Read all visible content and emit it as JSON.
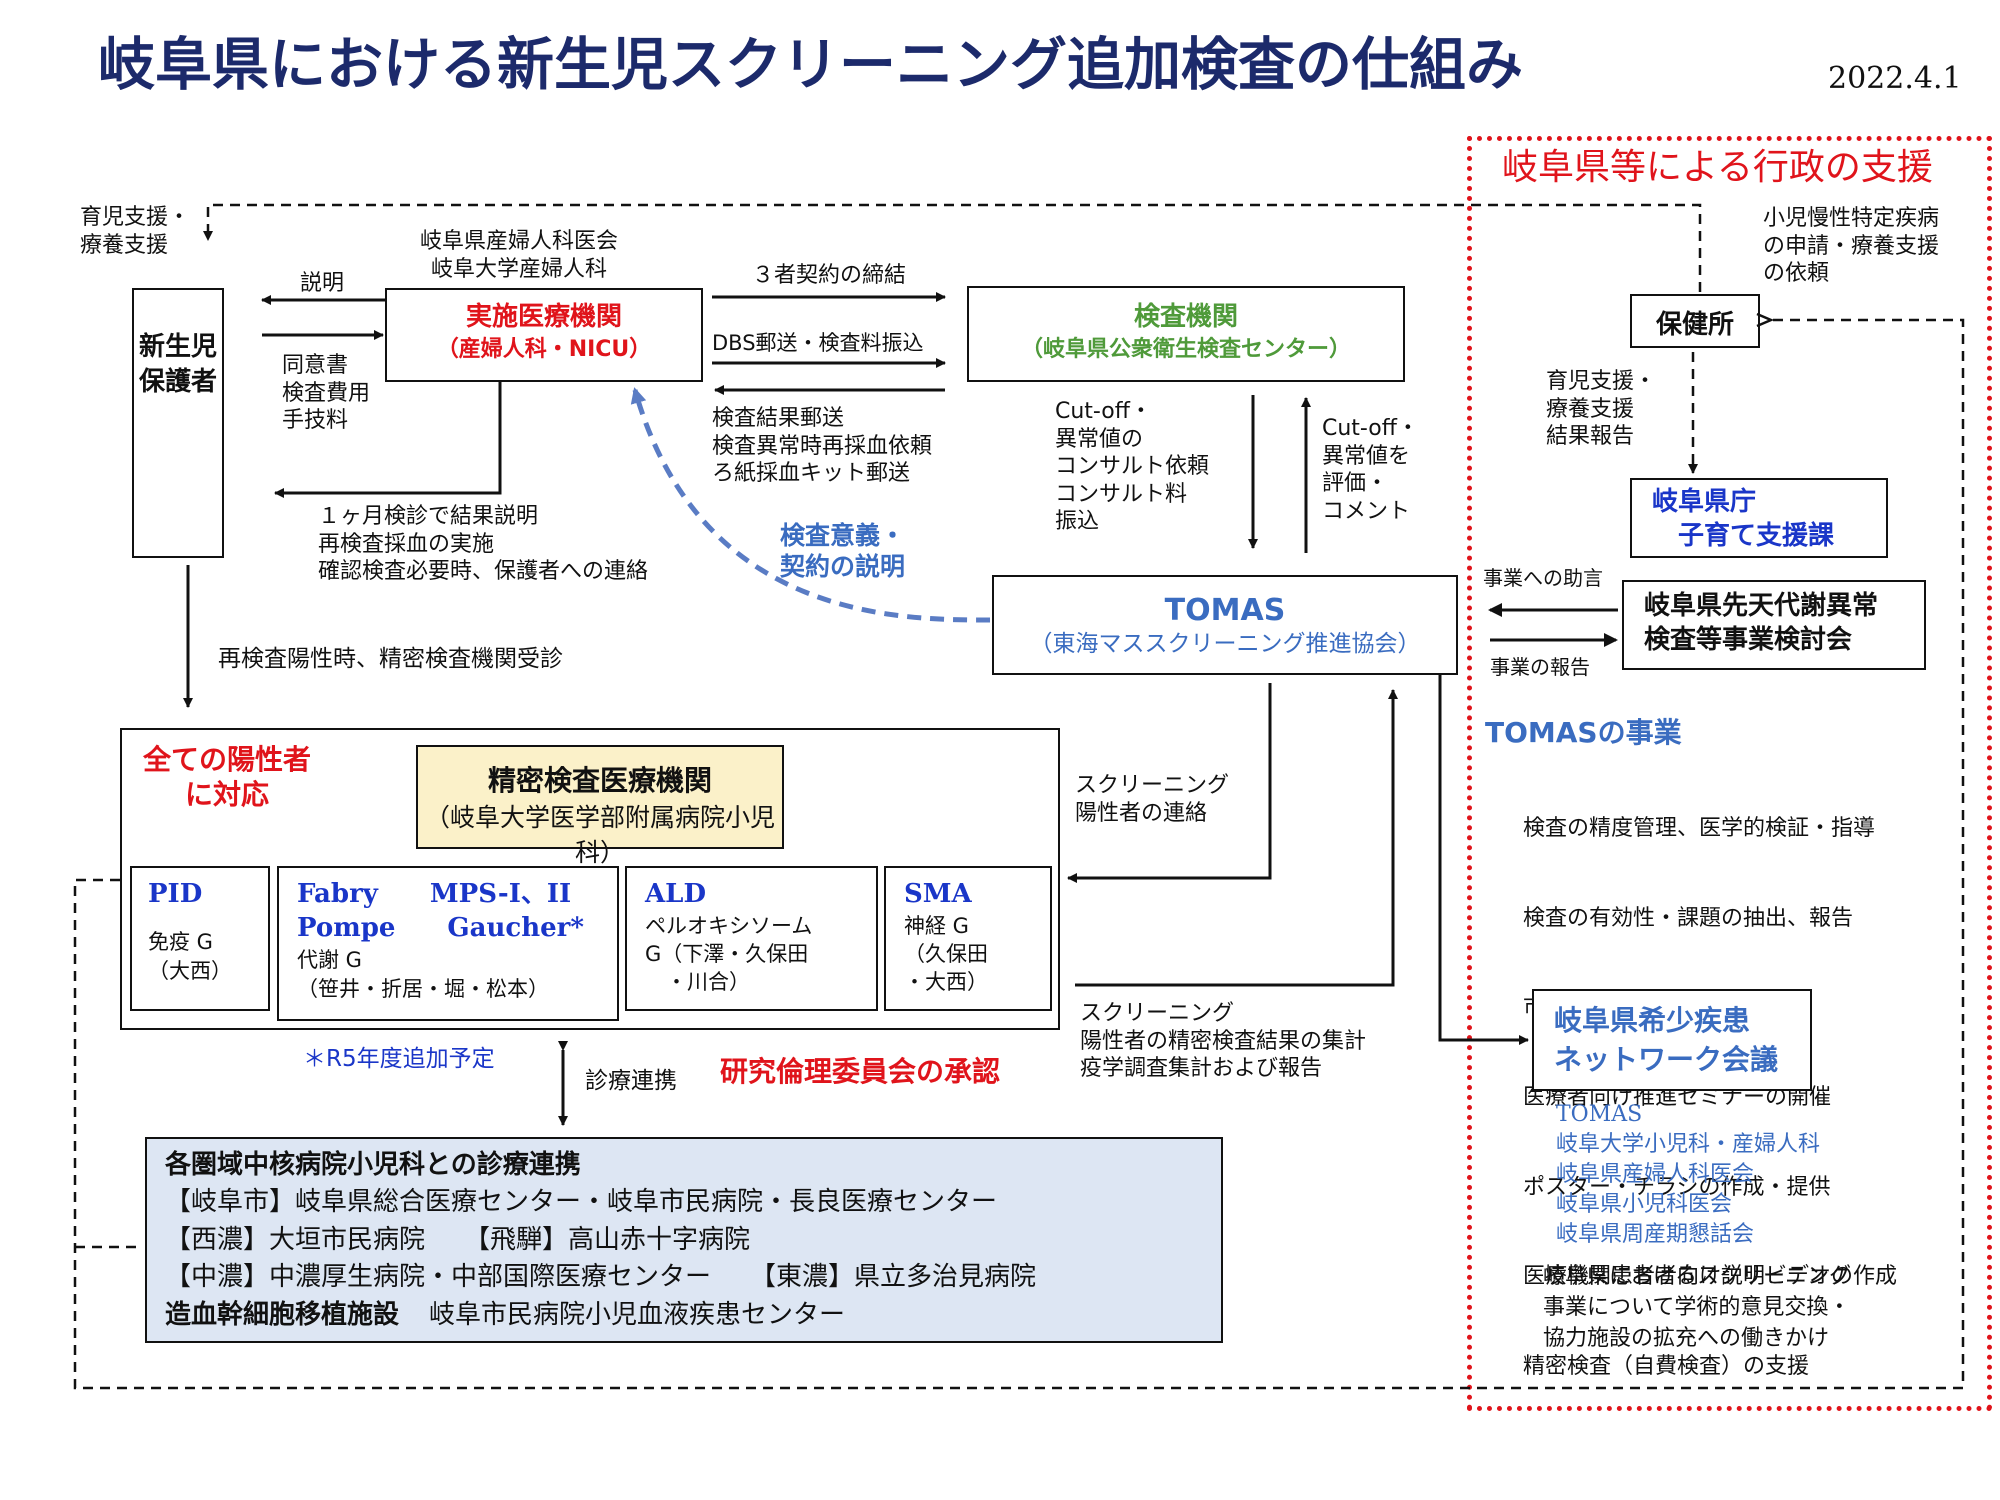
{
  "title": "岐阜県における新生児スクリーニング追加検査の仕組み",
  "date": "2022.4.1",
  "admin_support": {
    "title": "岐阜県等による行政の支援",
    "hokenjo": "保健所",
    "shoni_label": "小児慢性特定疾病\nの申請・療養支援\nの依頼",
    "hokenjo_to_kencho": "育児支援・\n療養支援\n結果報告",
    "kencho": "岐阜県庁\n　子育て支援課",
    "kentokai": "岐阜県先天代謝異常\n検査等事業検討会",
    "advice": "事業への助言",
    "report": "事業の報告",
    "tomas_jigyo_title": "TOMASの事業",
    "tomas_jigyo_items": [
      "検査の精度管理、医学的検証・指導",
      "検査の有効性・課題の抽出、報告",
      "市民公開講座の開催",
      "医療者向け推進セミナーの開催",
      "ポスター・チラシの作成・提供",
      "医療機関患者者向け説明ビデオの作成",
      "精密検査（自費検査）の支援"
    ],
    "network": "岐阜県希少疾患\nネットワーク会議",
    "network_members": [
      "TOMAS",
      "岐阜大学小児科・産婦人科",
      "岐阜県産婦人科医会",
      "岐阜県小児科医会",
      "岐阜県周産期懇話会"
    ],
    "network_desc": "岐阜県におけるスクリーニング\n事業について学術的意見交換・\n協力施設の拡充への働きかけ"
  },
  "guardian": {
    "label": "新生児\n保護者",
    "support": "育児支援・\n療養支援"
  },
  "clinic": {
    "above": "岐阜県産婦人科医会\n岐阜大学産婦人科",
    "name": "実施医療機関",
    "sub": "（産婦人科・NICU）",
    "explain": "説明",
    "consent": "同意書\n検査費用\n手技料",
    "result_label": "１ヶ月検診で結果説明\n再検査採血の実施\n確認検査必要時、保護者への連絡"
  },
  "lab": {
    "name": "検査機関",
    "sub": "（岐阜県公衆衛生検査センター）",
    "contract": "３者契約の締結",
    "dbs": "DBS郵送・検査料振込",
    "result": "検査結果郵送\n検査異常時再採血依頼\nろ紙採血キット郵送",
    "consult": "Cut-off・\n異常値の\nコンサルト依頼\nコンサルト料\n振込",
    "evaluate": "Cut-off・\n異常値を\n評価・\nコメント"
  },
  "tomas": {
    "name": "TOMAS",
    "sub": "（東海マススクリーニング推進協会）",
    "explain": "検査意義・\n契約の説明",
    "positive_contact": "スクリーニング\n陽性者の連絡",
    "aggregate": "スクリーニング\n陽性者の精密検査結果の集計\n疫学調査集計および報告"
  },
  "retest": "再検査陽性時、精密検査機関受診",
  "precision": {
    "all_positive": "全ての陽性者\nに対応",
    "name": "精密検査医療機関",
    "sub": "（岐阜大学医学部附属病院小児科）",
    "groups": [
      {
        "head": "PID",
        "body": "免疫 G\n（大西）"
      },
      {
        "head": "Fabry　　MPS-I、II\nPompe　　Gaucher*",
        "body": "代謝 G\n（笹井・折居・堀・松本）"
      },
      {
        "head": "ALD",
        "body": "ペルオキシソーム\nG（下澤・久保田\n　・川合）"
      },
      {
        "head": "SMA",
        "body": "神経 G\n（久保田\n・大西）"
      }
    ],
    "r5_note": "＊R5年度追加予定",
    "collab": "診療連携",
    "ethics": "研究倫理委員会の承認"
  },
  "regional": {
    "title": "各圏域中核病院小児科との診療連携",
    "lines": [
      "【岐阜市】岐阜県総合医療センター・岐阜市民病院・長良医療センター",
      "【西濃】大垣市民病院　　【飛騨】高山赤十字病院",
      "【中濃】中濃厚生病院・中部国際医療センター　　【東濃】県立多治見病院"
    ],
    "stem_label": "造血幹細胞移植施設",
    "stem_value": "岐阜市民病院小児血液疾患センター"
  },
  "colors": {
    "title": "#1c2a6b",
    "red": "#e0141b",
    "green": "#4f9a3a",
    "blue": "#1a36c8",
    "light_blue": "#3a6cc0",
    "precision_fill": "#fbf1c9",
    "regional_fill": "#dde6f3"
  }
}
